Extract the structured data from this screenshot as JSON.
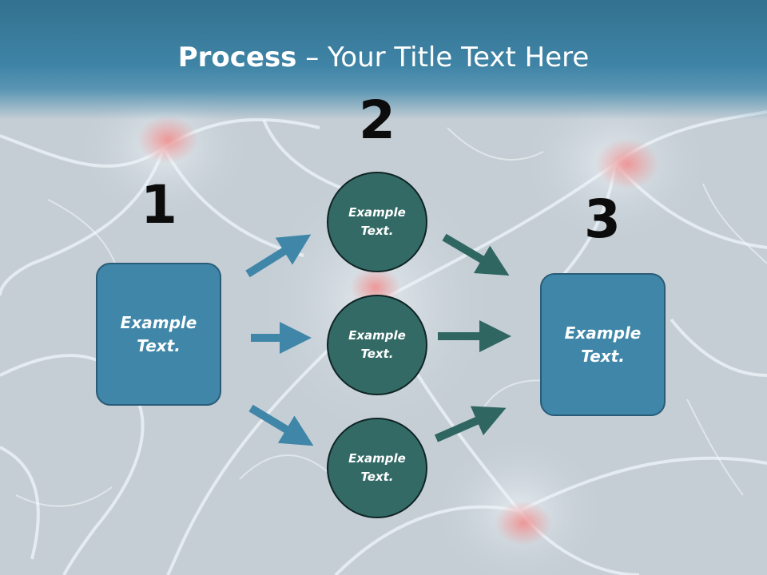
{
  "title": {
    "bold": "Process",
    "rest": " – Your Title Text Here"
  },
  "steps": {
    "one": "1",
    "two": "2",
    "three": "3"
  },
  "left_box": {
    "text": "Example Text."
  },
  "circles": [
    {
      "text": "Example Text."
    },
    {
      "text": "Example Text."
    },
    {
      "text": "Example Text."
    }
  ],
  "right_box": {
    "text": "Example Text."
  },
  "colors": {
    "header": "#3f84a6",
    "box": "#3f86a8",
    "circle": "#336a66",
    "arrow_left": "#3f86a8",
    "arrow_right": "#2f6662"
  }
}
